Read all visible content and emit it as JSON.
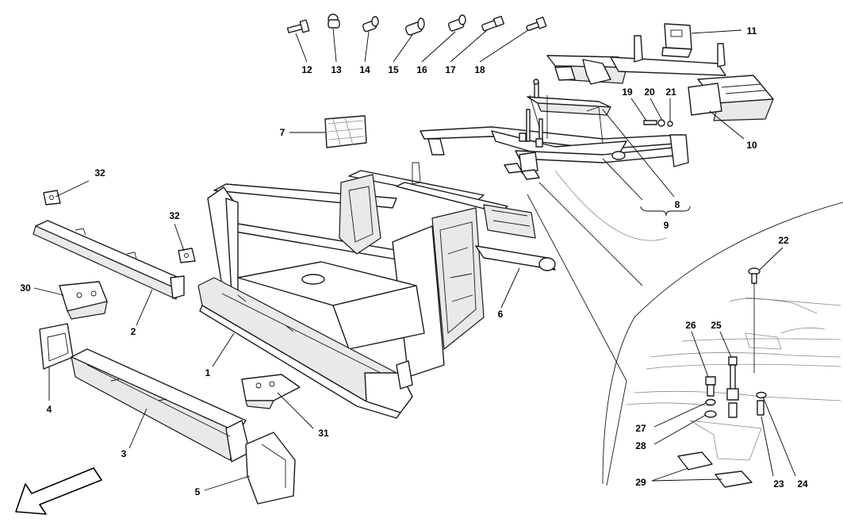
{
  "diagram": {
    "callouts": [
      {
        "id": "c1",
        "label": "1"
      },
      {
        "id": "c2",
        "label": "2"
      },
      {
        "id": "c3",
        "label": "3"
      },
      {
        "id": "c4",
        "label": "4"
      },
      {
        "id": "c5",
        "label": "5"
      },
      {
        "id": "c6",
        "label": "6"
      },
      {
        "id": "c7",
        "label": "7"
      },
      {
        "id": "c8",
        "label": "8"
      },
      {
        "id": "c9",
        "label": "9"
      },
      {
        "id": "c10",
        "label": "10"
      },
      {
        "id": "c11",
        "label": "11"
      },
      {
        "id": "c12",
        "label": "12"
      },
      {
        "id": "c13",
        "label": "13"
      },
      {
        "id": "c14",
        "label": "14"
      },
      {
        "id": "c15",
        "label": "15"
      },
      {
        "id": "c16",
        "label": "16"
      },
      {
        "id": "c17",
        "label": "17"
      },
      {
        "id": "c18",
        "label": "18"
      },
      {
        "id": "c19",
        "label": "19"
      },
      {
        "id": "c20",
        "label": "20"
      },
      {
        "id": "c21",
        "label": "21"
      },
      {
        "id": "c22",
        "label": "22"
      },
      {
        "id": "c23",
        "label": "23"
      },
      {
        "id": "c24",
        "label": "24"
      },
      {
        "id": "c25",
        "label": "25"
      },
      {
        "id": "c26",
        "label": "26"
      },
      {
        "id": "c27",
        "label": "27"
      },
      {
        "id": "c28",
        "label": "28"
      },
      {
        "id": "c29",
        "label": "29"
      },
      {
        "id": "c30",
        "label": "30"
      },
      {
        "id": "c31",
        "label": "31"
      },
      {
        "id": "c32a",
        "label": "32"
      },
      {
        "id": "c32b",
        "label": "32"
      }
    ],
    "line_color": "#1a1a1a",
    "background": "#ffffff",
    "direction_arrow_icon": "front-direction-arrow-icon"
  }
}
